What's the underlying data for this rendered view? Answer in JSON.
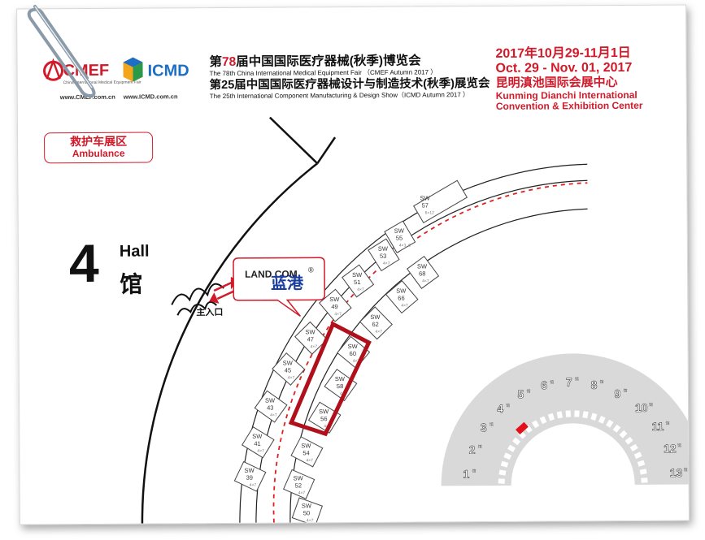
{
  "header": {
    "fair1_prefix": "第",
    "fair1_num": "78",
    "fair1_suffix": "届中国国际医疗器械(秋季)博览会",
    "fair1_en": "The 78th China International Medical Equipment Fair （CMEF Autumn 2017 ）",
    "fair2_title": "第25届中国国际医疗器械设计与制造技术(秋季)展览会",
    "fair2_en": "The 25th International Component Manufacturing & Design Show（ICMD Autumn 2017 ）"
  },
  "logos": {
    "cmef_text": "CMEF",
    "cmef_tagline": "China International Medical Equipment Fair",
    "cmef_url": "www.CMEF.com.cn",
    "icmd_text": "ICMD",
    "icmd_url": "www.ICMD.com.cn"
  },
  "event": {
    "date_cn": "2017年10月29-11月1日",
    "date_en": "Oct. 29 - Nov. 01, 2017",
    "venue_cn": "昆明滇池国际会展中心",
    "venue_en_1": "Kunming Dianchi International",
    "venue_en_2": "Convention & Exhibition Center"
  },
  "ambulance": {
    "zh": "救护车展区",
    "en": "Ambulance"
  },
  "hall": {
    "number": "4",
    "word": "Hall",
    "zh": "馆"
  },
  "entrance": {
    "label": "主入口"
  },
  "exhibitor": {
    "logo_text": "LAND COM",
    "name_zh": "蓝港",
    "reg": "®"
  },
  "booths": [
    {
      "label": "SW",
      "num": "57",
      "sub": "6×12"
    },
    {
      "label": "SW",
      "num": "55",
      "sub": "4×3, 6"
    },
    {
      "label": "SW",
      "num": "53",
      "sub": "4×7"
    },
    {
      "label": "SW",
      "num": "51",
      "sub": "4×7"
    },
    {
      "label": "SW",
      "num": "49",
      "sub": "4×7"
    },
    {
      "label": "SW",
      "num": "47",
      "sub": "4×7"
    },
    {
      "label": "SW",
      "num": "45",
      "sub": "4×7"
    },
    {
      "label": "SW",
      "num": "43",
      "sub": "4×7"
    },
    {
      "label": "SW",
      "num": "41",
      "sub": "4×7"
    },
    {
      "label": "SW",
      "num": "39",
      "sub": "4×7"
    },
    {
      "label": "SW",
      "num": "68",
      "sub": "4×7"
    },
    {
      "label": "SW",
      "num": "66",
      "sub": "4×7"
    },
    {
      "label": "SW",
      "num": "62",
      "sub": "4×7"
    },
    {
      "label": "SW",
      "num": "60",
      "sub": "4×7"
    },
    {
      "label": "SW",
      "num": "58",
      "sub": "4×7"
    },
    {
      "label": "SW",
      "num": "56",
      "sub": "4×7"
    },
    {
      "label": "SW",
      "num": "54",
      "sub": "4×7"
    },
    {
      "label": "SW",
      "num": "52",
      "sub": "4×7"
    },
    {
      "label": "SW",
      "num": "50",
      "sub": "4×7"
    }
  ],
  "minimap": {
    "halls": [
      {
        "n": "1",
        "s": "馆"
      },
      {
        "n": "2",
        "s": "馆"
      },
      {
        "n": "3",
        "s": "馆"
      },
      {
        "n": "4",
        "s": "馆"
      },
      {
        "n": "5",
        "s": "馆"
      },
      {
        "n": "6",
        "s": "馆"
      },
      {
        "n": "7",
        "s": "馆"
      },
      {
        "n": "8",
        "s": "馆"
      },
      {
        "n": "9",
        "s": "馆"
      },
      {
        "n": "10",
        "s": "馆"
      },
      {
        "n": "11",
        "s": "馆"
      },
      {
        "n": "12",
        "s": "馆"
      },
      {
        "n": "13",
        "s": "馆"
      }
    ],
    "highlight_hall": "4",
    "highlight_color": "#e3101a"
  },
  "colors": {
    "accent_red": "#d11a2a",
    "highlight_red": "#b0101c",
    "dash_red": "#e02020",
    "booth_gray": "#555555"
  }
}
